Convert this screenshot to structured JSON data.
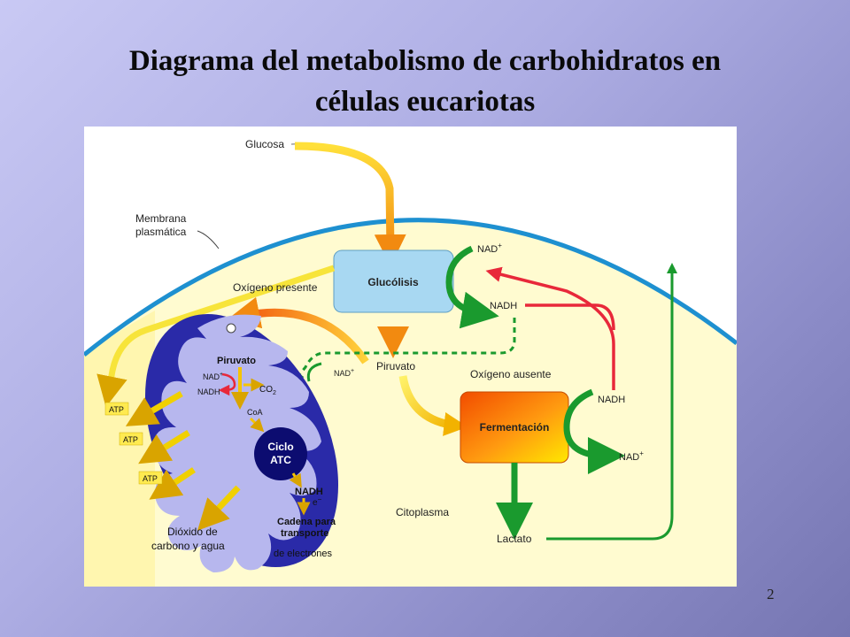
{
  "slide": {
    "title_line1": "Diagrama del metabolismo de carbohidratos en",
    "title_line2": "células eucariotas",
    "page_number": "2"
  },
  "diagram": {
    "glucose": "Glucosa",
    "membrane_line1": "Membrana",
    "membrane_line2": "plasmática",
    "glycolysis": "Glucólisis",
    "oxygen_present": "Oxígeno presente",
    "oxygen_absent": "Oxígeno ausente",
    "nad_top": "NAD",
    "nadh_top": "NADH",
    "pyruvate_cyto": "Piruvato",
    "nad_dashed": "NAD",
    "fermentation": "Fermentación",
    "nadh_ferm": "NADH",
    "nad_ferm": "NAD",
    "lactate": "Lactato",
    "cytoplasm": "Citoplasma",
    "mito_pyruvate": "Piruvato",
    "mito_nad": "NAD",
    "mito_nadh": "NADH",
    "co2": "CO",
    "co2_sub": "2",
    "coa": "CoA",
    "cycle_line1": "Ciclo",
    "cycle_line2": "ATC",
    "mito_nadh2": "NADH",
    "electron": "e",
    "chain_line1": "Cadena para",
    "chain_line2": "transporte",
    "chain_line3": "de electrones",
    "atp1": "ATP",
    "atp2": "ATP",
    "atp3": "ATP",
    "dioxide_line1": "Dióxido de",
    "dioxide_line2": "carbono y agua"
  },
  "colors": {
    "membrane": "#1e90d0",
    "cytoplasm": "#fffbd0",
    "mitochondrion_outer": "#2a2aa8",
    "mitochondrion_inner": "#b7b7ee",
    "glycolysis_box": "#a8d8f2",
    "fermentation_start": "#f24c00",
    "fermentation_end": "#ffe800",
    "nad_arrow": "#e8283a",
    "green_arrow": "#1a9a2e",
    "yellow_arrow": "#f5c400",
    "cycle": "#0c0c70"
  }
}
